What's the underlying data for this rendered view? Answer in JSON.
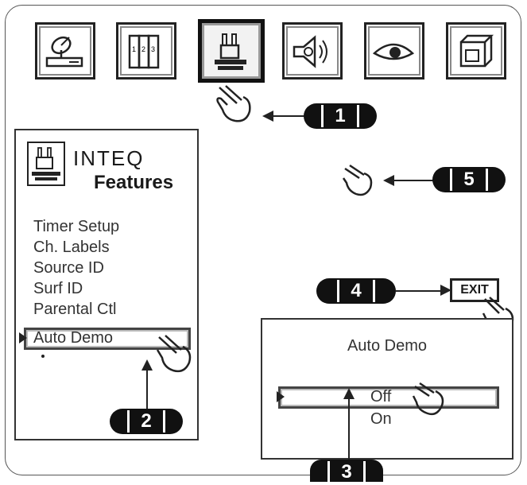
{
  "toolbar": {
    "icons": [
      "satellite-dish-icon",
      "books-icon",
      "features-robot-icon",
      "speaker-icon",
      "eye-icon",
      "cube-icon"
    ],
    "selected_index": 2
  },
  "steps": {
    "one": "1",
    "two": "2",
    "three": "3",
    "four": "4",
    "five": "5"
  },
  "features_menu": {
    "brand": "INTEQ",
    "title": "Features",
    "items": [
      "Timer Setup",
      "Ch. Labels",
      "Source ID",
      "Surf ID",
      "Parental Ctl",
      "Auto Demo"
    ],
    "selected_item": "Auto Demo"
  },
  "exit_button": {
    "label": "EXIT"
  },
  "auto_demo_popup": {
    "title": "Auto Demo",
    "options": [
      "Off",
      "On"
    ],
    "selected_option": "Off"
  },
  "colors": {
    "ink": "#111111",
    "paper": "#ffffff"
  }
}
